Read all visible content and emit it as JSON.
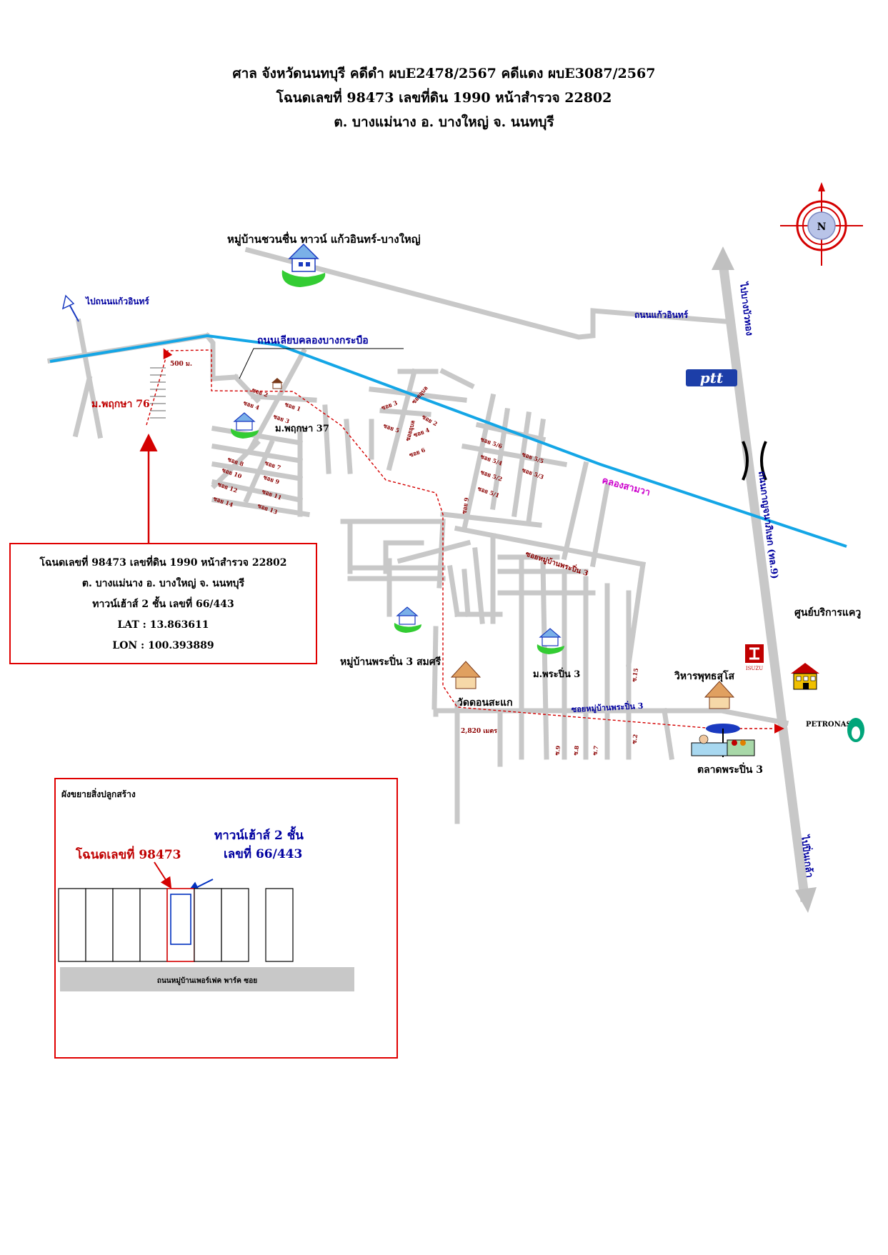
{
  "header": {
    "line1": "ศาล จังหวัดนนทบุรี   คดีดำ ผบE2478/2567 คดีแดง ผบE3087/2567",
    "line2": "โฉนดเลขที่ 98473 เลขที่ดิน 1990  หน้าสำรวจ 22802",
    "line3": "ต. บางแม่นาง   อ. บางใหญ่ จ. นนทบุรี"
  },
  "compass": {
    "label": "N"
  },
  "map_labels": {
    "village_top": "หมู่บ้านชวนชื่น ทาวน์ แก้วอินทร์-บางใหญ่",
    "to_kaew_in": "ไปถนนแก้วอินทร์",
    "road_kaew_in": "ถนนแก้วอินทร์",
    "road_canal_side": "ถนนเลียบคลองบางกระบือ",
    "road_kanchana": "ถนนกาญจนาภิเษก (ทล.9)",
    "to_bang_bua_thong": "ไปบางบัวทอง",
    "to_pin_klao": "ไปปิ่นเกล้า",
    "canal": "คลองสามวา",
    "distance_500": "500 ม.",
    "m_pruksa_76": "ม.พฤกษา 76",
    "m_pruksa_37": "ม.พฤกษา 37",
    "village_phrapin_somsri": "หมู่บ้านพระปิ่น 3 สมศรี",
    "village_phrapin": "ม.พระปิ่น 3",
    "wat_don_sakae": "วัดดอนสะแก",
    "vihara": "วิหารพุทธสุโส",
    "service_center": "ศูนย์บริการแควู",
    "market": "ตลาดพระปิ่น 3",
    "soi_phrapin": "ซอยหมู่บ้านพระปิ่น 3",
    "soi_phrapin_diag": "ซอยหมู่บ้านพระปิ่น 3",
    "distance_2820": "2,820 เมตร",
    "petronas": "PETRONAS",
    "ptt": "ptt",
    "isuzu": "ISUZU",
    "soi_ubol": "ซอยอุบล",
    "soi_2": "ซอย 2",
    "soi_3": "ซอย 3",
    "soi_4": "ซอย 4",
    "soi_5": "ซอย 5",
    "soi_6": "ซอย 6",
    "soi_5_1": "ซอย 5/1",
    "soi_5_2": "ซอย 5/2",
    "soi_5_3": "ซอย 5/3",
    "soi_5_4": "ซอย 5/4",
    "soi_5_5": "ซอย 5/5",
    "soi_5_6": "ซอย 5/6",
    "soi_9": "ซอย 9",
    "soi_ubon": "ซอยอุบล",
    "z_2": "ซ.2",
    "z_7": "ซ.7",
    "z_8": "ซ.8",
    "z_9": "ซ.9",
    "z_15": "ซ.15",
    "s_1": "ซอย 1",
    "s_2": "ซอย 2",
    "s_3": "ซอย 3",
    "s_4": "ซอย 4",
    "s_7": "ซอย 7",
    "s_8": "ซอย 8",
    "s_9": "ซอย 9",
    "s_10": "ซอย 10",
    "s_11": "ซอย 11",
    "s_12": "ซอย 12",
    "s_13": "ซอย 13",
    "s_14": "ซอย 14"
  },
  "info_box": {
    "line1": "โฉนดเลขที่ 98473 เลขที่ดิน 1990  หน้าสำรวจ 22802",
    "line2": "ต. บางแม่นาง   อ. บางใหญ่ จ. นนทบุรี",
    "line3": "ทาวน์เฮ้าส์ 2 ชั้น เลขที่ 66/443",
    "lat": "LAT : 13.863611",
    "lon": "LON :  100.393889"
  },
  "inset": {
    "title": "ผังขยายสิ่งปลูกสร้าง",
    "deed_label": "โฉนดเลขที่ 98473",
    "house_label_1": "ทาวน์เฮ้าส์ 2 ชั้น",
    "house_label_2": "เลขที่ 66/443",
    "road_label": "ถนนหมู่บ้านเพอร์เฟค พาร์ค ซอย"
  },
  "colors": {
    "road": "#c8c8c8",
    "canal": "#14a6e6",
    "route": "#d40000",
    "label_blue": "#0000a0",
    "label_red": "#c00000",
    "soi_red": "#8b0000",
    "canal_label": "#cc00cc"
  }
}
